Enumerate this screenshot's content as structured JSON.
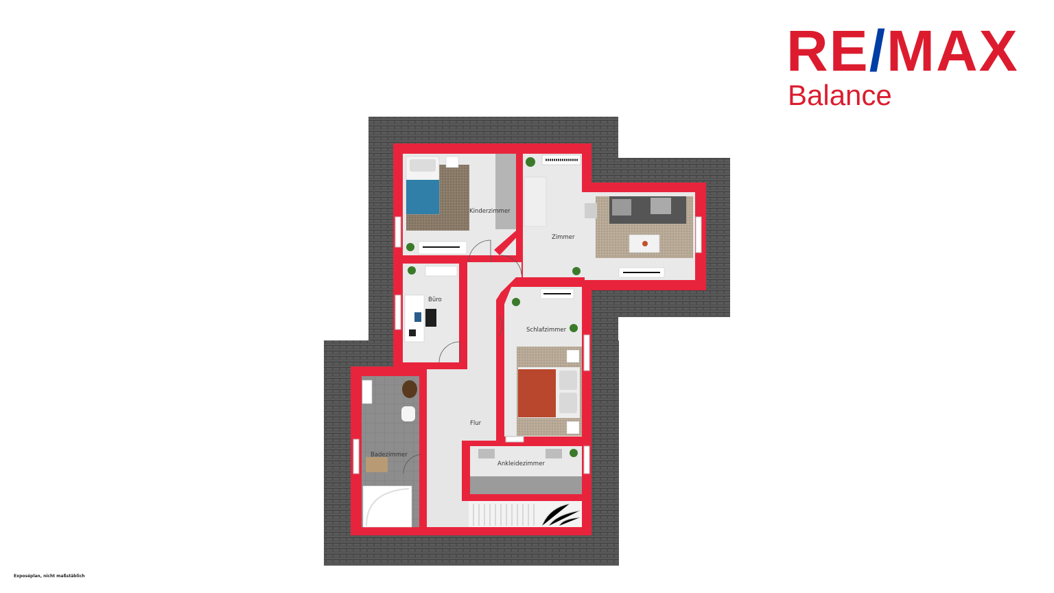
{
  "logo": {
    "brand_part1": "RE",
    "brand_slash": "/",
    "brand_part2": "MAX",
    "subtitle": "Balance",
    "color_red": "#dc1c2e",
    "color_blue": "#003da5"
  },
  "rooms": {
    "kinderzimmer": "Kinderzimmer",
    "zimmer": "Zimmer",
    "buero": "Büro",
    "schlafzimmer": "Schlafzimmer",
    "flur": "Flur",
    "badezimmer": "Badezimmer",
    "ankleidezimmer": "Ankleidezimmer"
  },
  "disclaimer": "Exposéplan, nicht maßstäblich",
  "colors": {
    "walls": "#e8243c",
    "roof": "#555555",
    "floor": "#e4e4e4"
  }
}
